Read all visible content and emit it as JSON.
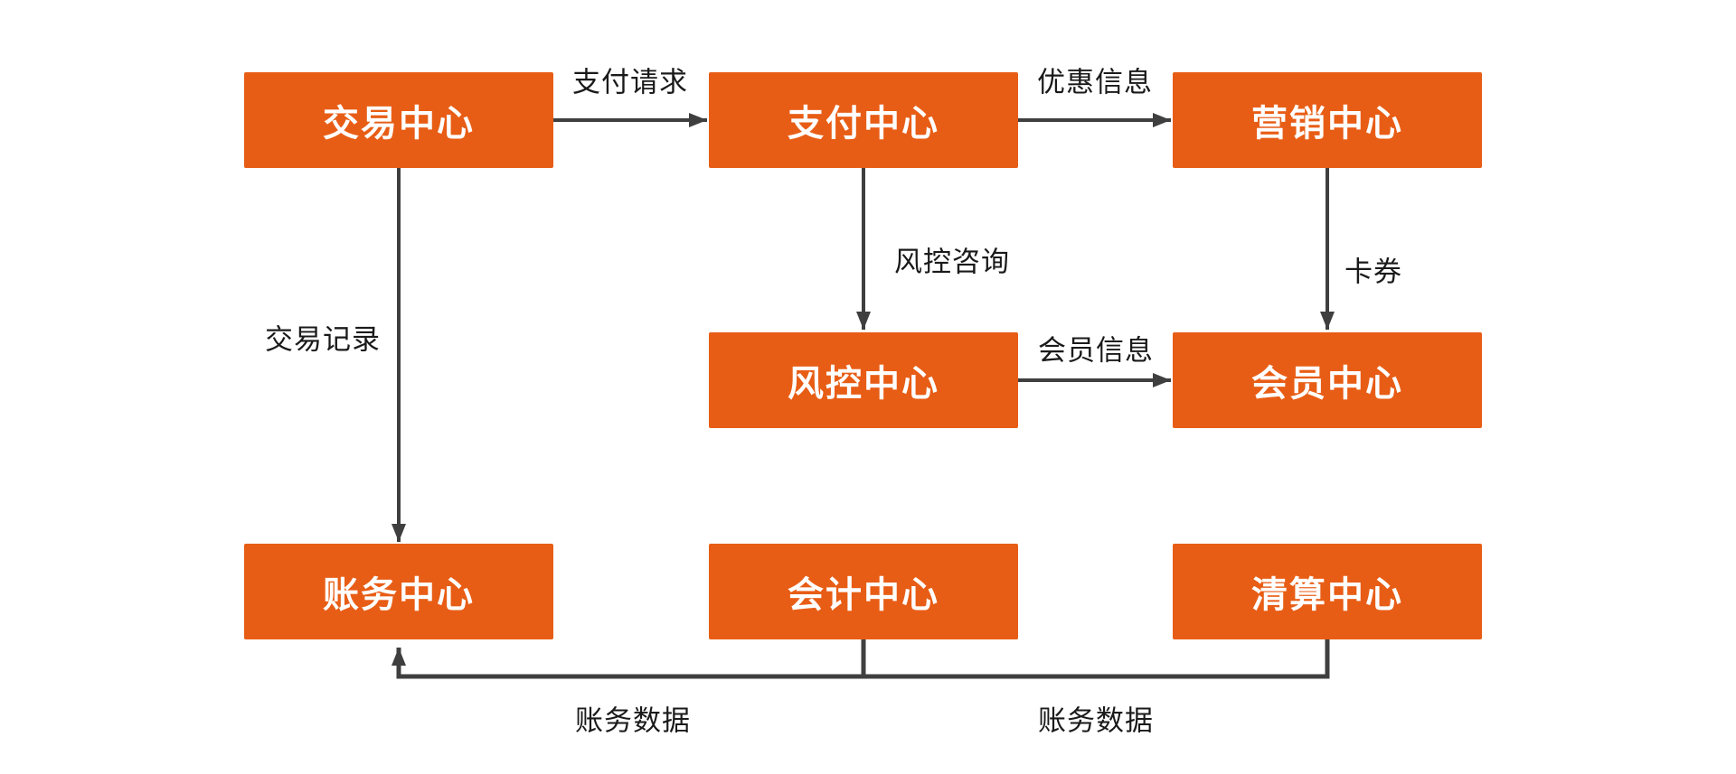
{
  "diagram": {
    "background_color": "#FFFFFF",
    "node_fill_color": "#E85D15",
    "node_text_color": "#FFFFFF",
    "connector_color": "#3F3F3F",
    "edge_label_color": "#1A1A1A",
    "nodes": [
      {
        "id": "transaction-center",
        "label": "交易中心"
      },
      {
        "id": "payment-center",
        "label": "支付中心"
      },
      {
        "id": "marketing-center",
        "label": "营销中心"
      },
      {
        "id": "risk-control-center",
        "label": "风控中心"
      },
      {
        "id": "member-center",
        "label": "会员中心"
      },
      {
        "id": "billing-center",
        "label": "账务中心"
      },
      {
        "id": "accounting-center",
        "label": "会计中心"
      },
      {
        "id": "clearing-center",
        "label": "清算中心"
      }
    ],
    "edges": [
      {
        "from": "交易中心",
        "to": "支付中心",
        "label": "支付请求"
      },
      {
        "from": "支付中心",
        "to": "营销中心",
        "label": "优惠信息"
      },
      {
        "from": "支付中心",
        "to": "风控中心",
        "label": "风控咨询"
      },
      {
        "from": "营销中心",
        "to": "会员中心",
        "label": "卡券"
      },
      {
        "from": "风控中心",
        "to": "会员中心",
        "label": "会员信息"
      },
      {
        "from": "交易中心",
        "to": "账务中心",
        "label": "交易记录"
      },
      {
        "from": "会计中心",
        "to": "账务中心",
        "label": "账务数据"
      },
      {
        "from": "清算中心",
        "to": "账务中心",
        "label": "账务数据"
      }
    ]
  }
}
